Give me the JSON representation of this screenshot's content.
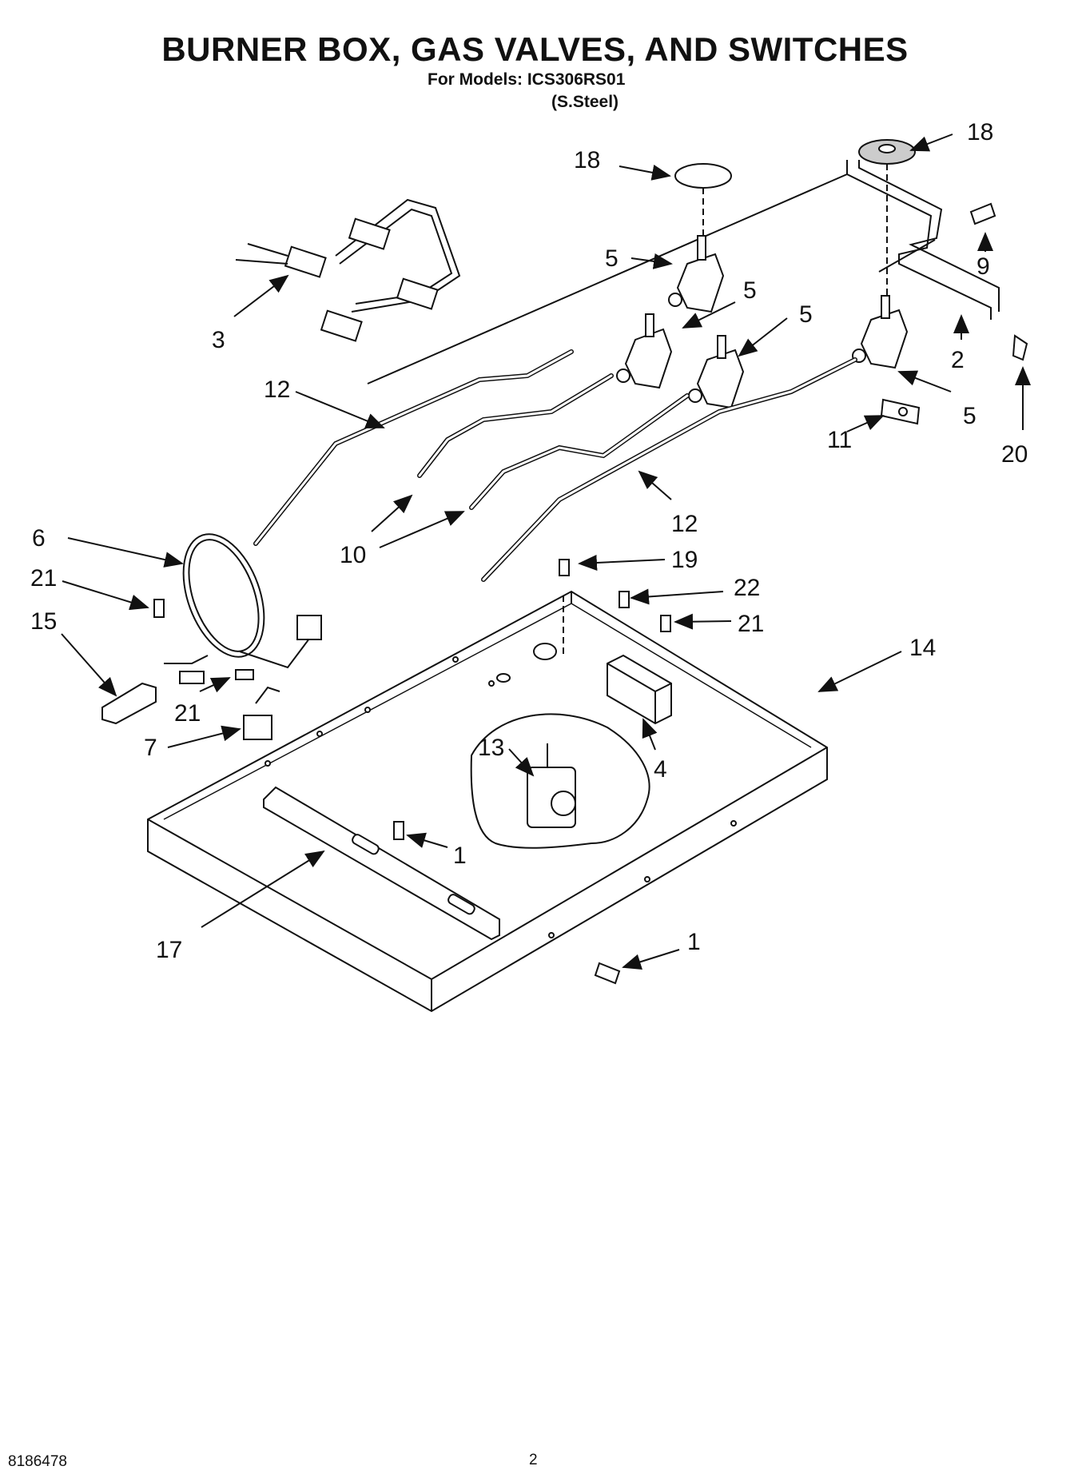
{
  "header": {
    "title": "BURNER BOX, GAS VALVES, AND SWITCHES",
    "models_line": "For Models: ICS306RS01",
    "finish_line": "(S.Steel)"
  },
  "footer": {
    "part_number": "8186478",
    "page_number": "2"
  },
  "callouts": [
    "18",
    "18",
    "9",
    "5",
    "5",
    "5",
    "5",
    "2",
    "20",
    "3",
    "12",
    "11",
    "12",
    "10",
    "6",
    "21",
    "19",
    "22",
    "21",
    "15",
    "14",
    "21",
    "7",
    "13",
    "4",
    "1",
    "17",
    "1"
  ]
}
